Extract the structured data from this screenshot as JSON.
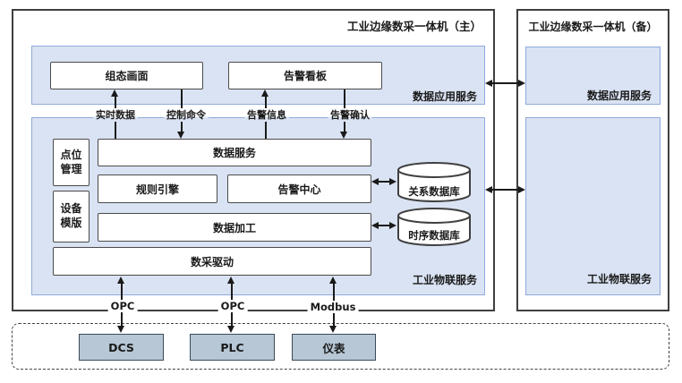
{
  "diagram": {
    "main": {
      "title": "工业边缘数采一体机（主）",
      "app_service": {
        "label": "数据应用服务",
        "hmi": "组态画面",
        "alarm_board": "告警看板"
      },
      "iot_service": {
        "label": "工业物联服务",
        "point_mgmt": "点位管理",
        "device_template": "设备模版",
        "data_service": "数据服务",
        "rule_engine": "规则引擎",
        "alarm_center": "告警中心",
        "data_processing": "数据加工",
        "daq_driver": "数采驱动"
      },
      "databases": {
        "relational": "关系数据库",
        "timeseries": "时序数据库"
      }
    },
    "backup": {
      "title": "工业边缘数采一体机（备）",
      "app_service_label": "数据应用服务",
      "iot_service_label": "工业物联服务"
    },
    "flows": {
      "realtime": "实时数据",
      "control": "控制命令",
      "alarm_info": "告警信息",
      "alarm_ack": "告警确认"
    },
    "protocols": {
      "p1": "OPC",
      "p2": "OPC",
      "p3": "Modbus"
    },
    "devices": {
      "dcs": "DCS",
      "plc": "PLC",
      "meter": "仪表"
    }
  },
  "colors": {
    "panel_fill": "#dae3f3",
    "panel_border": "#8faadc",
    "device_fill": "#b7c7d6",
    "line": "#1a1a1a",
    "node_border": "#4a4a4a"
  }
}
